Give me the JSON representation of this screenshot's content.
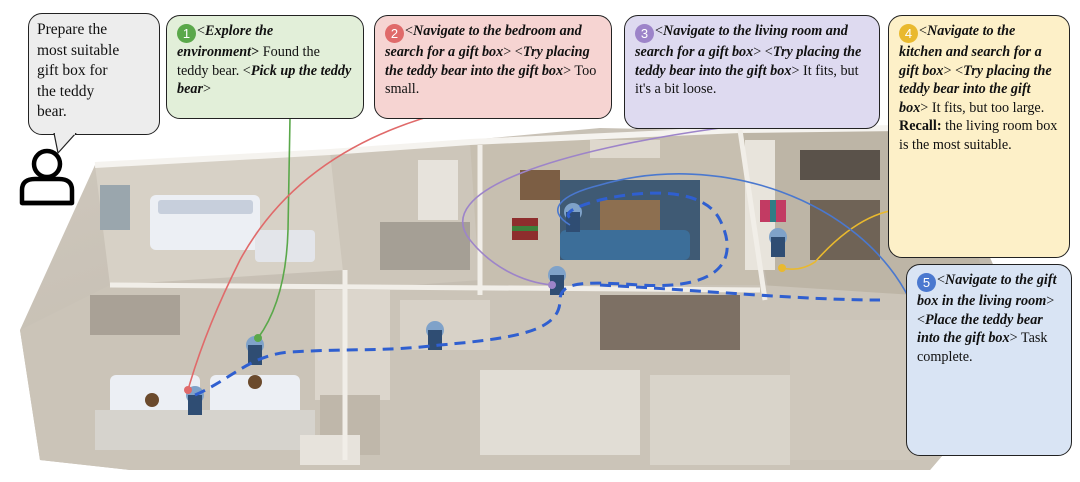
{
  "instruction": {
    "lines": [
      "Prepare the",
      "most suitable",
      "gift box for",
      "the teddy",
      "bear."
    ]
  },
  "steps": [
    {
      "number": "1",
      "color": "#5aa84a",
      "bg": "#e2efd9",
      "segments": [
        {
          "t": "<",
          "s": "n"
        },
        {
          "t": "Explore the environment",
          "s": "bi"
        },
        {
          "t": ">",
          "s": "b"
        },
        {
          "t": " Found the teddy bear. ",
          "s": "n"
        },
        {
          "t": "<",
          "s": "n"
        },
        {
          "t": "Pick up the teddy bear",
          "s": "bi"
        },
        {
          "t": ">",
          "s": "n"
        }
      ]
    },
    {
      "number": "2",
      "color": "#e06a6a",
      "bg": "#f6d4d2",
      "segments": [
        {
          "t": "<",
          "s": "n"
        },
        {
          "t": "Navigate to the bedroom and search for a gift box",
          "s": "bi"
        },
        {
          "t": ">",
          "s": "n"
        },
        {
          "t": " <",
          "s": "n"
        },
        {
          "t": "Try placing the teddy bear into the gift box",
          "s": "bi"
        },
        {
          "t": ">",
          "s": "n"
        },
        {
          "t": " Too small.",
          "s": "n"
        }
      ]
    },
    {
      "number": "3",
      "color": "#9d84c9",
      "bg": "#dedaf0",
      "segments": [
        {
          "t": "<",
          "s": "n"
        },
        {
          "t": "Navigate to the living room and search for a gift box",
          "s": "bi"
        },
        {
          "t": ">",
          "s": "n"
        },
        {
          "t": " <",
          "s": "n"
        },
        {
          "t": "Try placing the teddy bear into the gift box",
          "s": "bi"
        },
        {
          "t": ">",
          "s": "n"
        },
        {
          "t": " It fits, but it's a bit loose.",
          "s": "n"
        }
      ]
    },
    {
      "number": "4",
      "color": "#e9b92e",
      "bg": "#fdf0c8",
      "segments": [
        {
          "t": "<",
          "s": "n"
        },
        {
          "t": "Navigate to the kitchen and search for a gift box",
          "s": "bi"
        },
        {
          "t": ">",
          "s": "n"
        },
        {
          "t": " <",
          "s": "n"
        },
        {
          "t": "Try placing the teddy bear into the gift box",
          "s": "bi"
        },
        {
          "t": ">",
          "s": "n"
        },
        {
          "t": " It fits, but too large. ",
          "s": "n"
        },
        {
          "t": "Recall:",
          "s": "b"
        },
        {
          "t": " the living room box is the most suitable.",
          "s": "n"
        }
      ]
    },
    {
      "number": "5",
      "color": "#4a78cf",
      "bg": "#d9e4f4",
      "segments": [
        {
          "t": "<",
          "s": "n"
        },
        {
          "t": "Navigate to the gift box in the living room",
          "s": "bi"
        },
        {
          "t": ">",
          "s": "n"
        },
        {
          "t": " <",
          "s": "n"
        },
        {
          "t": "Place the teddy bear into the gift box",
          "s": "bi"
        },
        {
          "t": ">",
          "s": "n"
        },
        {
          "t": " Task complete.",
          "s": "n"
        }
      ]
    }
  ]
}
